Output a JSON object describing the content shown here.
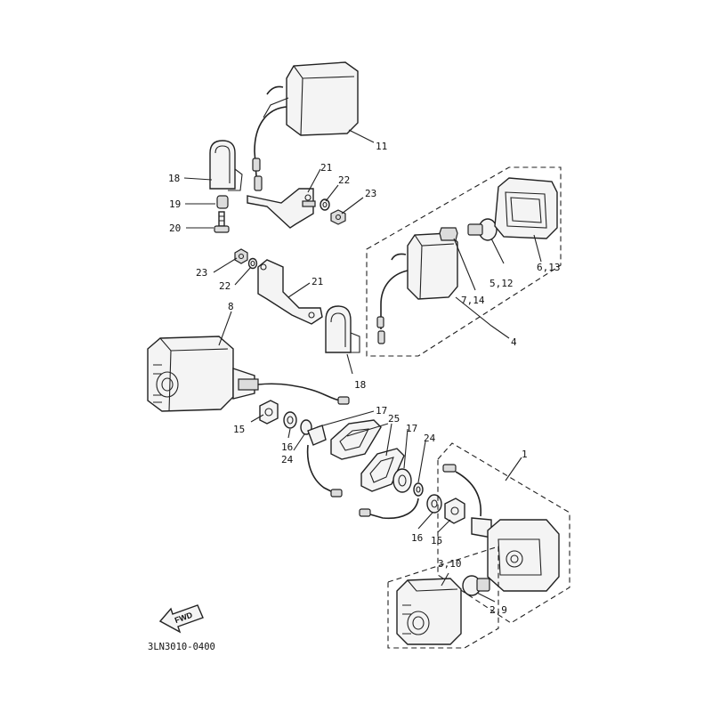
{
  "labels": {
    "l11": "11",
    "l18a": "18",
    "l19": "19",
    "l20": "20",
    "l21a": "21",
    "l22a": "22",
    "l23a": "23",
    "l23b": "23",
    "l22b": "22",
    "l21b": "21",
    "l18b": "18",
    "l8": "8",
    "l4": "4",
    "l5_12": "5,12",
    "l6_13": "6,13",
    "l7_14": "7,14",
    "l17a": "17",
    "l25": "25",
    "l17b": "17",
    "l24a": "24",
    "l24b": "24",
    "l15a": "15",
    "l16a": "16",
    "l16b": "16",
    "l15b": "15",
    "l1": "1",
    "l3_10": "3,10",
    "l2_9": "2,9"
  },
  "fwd_text": "FWD",
  "diagram_code": "3LN3010-0400"
}
